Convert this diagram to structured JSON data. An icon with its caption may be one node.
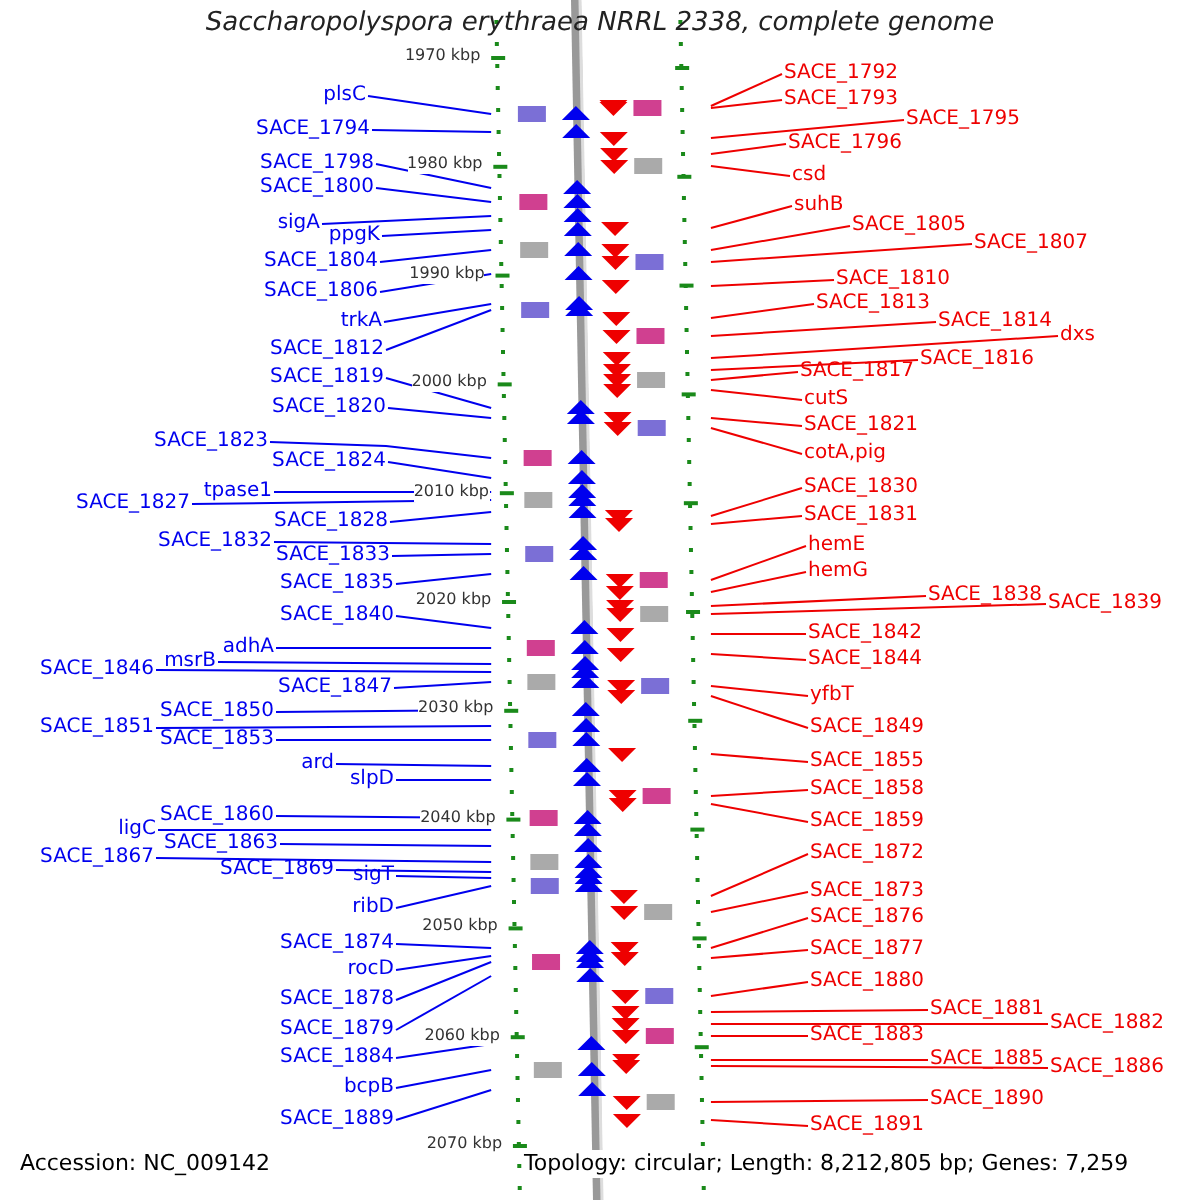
{
  "diagram": {
    "title": "Saccharopolyspora erythraea NRRL 2338, complete genome",
    "nodes": [
      {
        "text": [
          "plsC"
        ]
      },
      {
        "text": [
          "SACE_1794"
        ]
      },
      {
        "text": [
          "SACE_1798"
        ]
      },
      {
        "text": [
          "SACE_1800"
        ]
      },
      {
        "text": [
          "sigA"
        ]
      },
      {
        "text": [
          "ppgK"
        ]
      },
      {
        "text": [
          "SACE_1804"
        ]
      },
      {
        "text": [
          "SACE_1806"
        ]
      },
      {
        "text": [
          "trkA"
        ]
      },
      {
        "text": [
          "SACE_1812"
        ]
      },
      {
        "text": [
          "SACE_1819"
        ]
      },
      {
        "text": [
          "SACE_1820"
        ]
      },
      {
        "text": [
          "SACE_1823"
        ]
      },
      {
        "text": [
          "SACE_1824"
        ]
      },
      {
        "text": [
          "tpase1"
        ]
      },
      {
        "text": [
          "SACE_1827"
        ]
      },
      {
        "text": [
          "SACE_1828"
        ]
      },
      {
        "text": [
          "SACE_1832"
        ]
      },
      {
        "text": [
          "SACE_1833"
        ]
      },
      {
        "text": [
          "SACE_1835"
        ]
      },
      {
        "text": [
          "SACE_1840"
        ]
      },
      {
        "text": [
          "adhA"
        ]
      },
      {
        "text": [
          "SACE_1846"
        ]
      },
      {
        "text": [
          "msrB"
        ]
      },
      {
        "text": [
          "SACE_1847"
        ]
      },
      {
        "text": [
          "SACE_1850"
        ]
      },
      {
        "text": [
          "SACE_1851"
        ]
      },
      {
        "text": [
          "SACE_1853"
        ]
      },
      {
        "text": [
          "ard"
        ]
      },
      {
        "text": [
          "slpD"
        ]
      },
      {
        "text": [
          "SACE_1860"
        ]
      },
      {
        "text": [
          "ligC"
        ]
      },
      {
        "text": [
          "SACE_1863"
        ]
      },
      {
        "text": [
          "SACE_1867"
        ]
      },
      {
        "text": [
          "SACE_1869"
        ]
      },
      {
        "text": [
          "sigT"
        ]
      },
      {
        "text": [
          "ribD"
        ]
      },
      {
        "text": [
          "SACE_1874"
        ]
      },
      {
        "text": [
          "rocD"
        ]
      },
      {
        "text": [
          "SACE_1878"
        ]
      },
      {
        "text": [
          "SACE_1879"
        ]
      },
      {
        "text": [
          "SACE_1884"
        ]
      },
      {
        "text": [
          "bcpB"
        ]
      },
      {
        "text": [
          "SACE_1889"
        ]
      },
      {
        "text": [
          "SACE_1792"
        ]
      },
      {
        "text": [
          "SACE_1793"
        ]
      },
      {
        "text": [
          "SACE_1795"
        ]
      },
      {
        "text": [
          "SACE_1796"
        ]
      },
      {
        "text": [
          "csd"
        ]
      },
      {
        "text": [
          "suhB"
        ]
      },
      {
        "text": [
          "SACE_1805"
        ]
      },
      {
        "text": [
          "SACE_1807"
        ]
      },
      {
        "text": [
          "SACE_1810"
        ]
      },
      {
        "text": [
          "SACE_1813"
        ]
      },
      {
        "text": [
          "SACE_1814"
        ]
      },
      {
        "text": [
          "dxs"
        ]
      },
      {
        "text": [
          "SACE_1816"
        ]
      },
      {
        "text": [
          "SACE_1817"
        ]
      },
      {
        "text": [
          "cutS"
        ]
      },
      {
        "text": [
          "SACE_1821"
        ]
      },
      {
        "text": [
          "cotA,pig"
        ]
      },
      {
        "text": [
          "SACE_1830"
        ]
      },
      {
        "text": [
          "SACE_1831"
        ]
      },
      {
        "text": [
          "hemE"
        ]
      },
      {
        "text": [
          "hemG"
        ]
      },
      {
        "text": [
          "SACE_1838"
        ]
      },
      {
        "text": [
          "SACE_1839"
        ]
      },
      {
        "text": [
          "SACE_1842"
        ]
      },
      {
        "text": [
          "SACE_1844"
        ]
      },
      {
        "text": [
          "yfbT"
        ]
      },
      {
        "text": [
          "SACE_1849"
        ]
      },
      {
        "text": [
          "SACE_1855"
        ]
      },
      {
        "text": [
          "SACE_1858"
        ]
      },
      {
        "text": [
          "SACE_1859"
        ]
      },
      {
        "text": [
          "SACE_1872"
        ]
      },
      {
        "text": [
          "SACE_1873"
        ]
      },
      {
        "text": [
          "SACE_1876"
        ]
      },
      {
        "text": [
          "SACE_1877"
        ]
      },
      {
        "text": [
          "SACE_1880"
        ]
      },
      {
        "text": [
          "SACE_1881"
        ]
      },
      {
        "text": [
          "SACE_1882"
        ]
      },
      {
        "text": [
          "SACE_1883"
        ]
      },
      {
        "text": [
          "SACE_1885"
        ]
      },
      {
        "text": [
          "SACE_1886"
        ]
      },
      {
        "text": [
          "SACE_1890"
        ]
      },
      {
        "text": [
          "SACE_1891"
        ]
      },
      {
        "text": [],
        "shape": "picture"
      }
    ],
    "edges": [
      {
        "from": 0,
        "to": 86,
        "arrow": "none"
      },
      {
        "from": 1,
        "to": 86,
        "arrow": "none"
      },
      {
        "from": 2,
        "to": 86,
        "arrow": "none"
      },
      {
        "from": 3,
        "to": 86,
        "arrow": "none"
      },
      {
        "from": 4,
        "to": 86,
        "arrow": "none"
      },
      {
        "from": 5,
        "to": 86,
        "arrow": "none"
      },
      {
        "from": 6,
        "to": 86,
        "arrow": "none"
      },
      {
        "from": 7,
        "to": 86,
        "arrow": "none"
      },
      {
        "from": 8,
        "to": 86,
        "arrow": "none"
      },
      {
        "from": 9,
        "to": 86,
        "arrow": "none"
      },
      {
        "from": 10,
        "to": 86,
        "arrow": "none"
      },
      {
        "from": 11,
        "to": 86,
        "arrow": "none"
      },
      {
        "from": 12,
        "to": 86,
        "arrow": "none"
      },
      {
        "from": 13,
        "to": 86,
        "arrow": "none"
      },
      {
        "from": 14,
        "to": 86,
        "arrow": "none"
      },
      {
        "from": 15,
        "to": 86,
        "arrow": "none"
      },
      {
        "from": 16,
        "to": 86,
        "arrow": "none"
      },
      {
        "from": 17,
        "to": 86,
        "arrow": "none"
      },
      {
        "from": 18,
        "to": 86,
        "arrow": "none"
      },
      {
        "from": 19,
        "to": 86,
        "arrow": "none"
      },
      {
        "from": 20,
        "to": 86,
        "arrow": "none"
      },
      {
        "from": 21,
        "to": 86,
        "arrow": "none"
      },
      {
        "from": 22,
        "to": 86,
        "arrow": "none"
      },
      {
        "from": 23,
        "to": 86,
        "arrow": "none"
      },
      {
        "from": 24,
        "to": 86,
        "arrow": "none"
      },
      {
        "from": 25,
        "to": 86,
        "arrow": "none"
      },
      {
        "from": 26,
        "to": 86,
        "arrow": "none"
      },
      {
        "from": 27,
        "to": 86,
        "arrow": "none"
      },
      {
        "from": 28,
        "to": 86,
        "arrow": "none"
      },
      {
        "from": 29,
        "to": 86,
        "arrow": "none"
      },
      {
        "from": 30,
        "to": 86,
        "arrow": "none"
      },
      {
        "from": 31,
        "to": 86,
        "arrow": "none"
      },
      {
        "from": 32,
        "to": 86,
        "arrow": "none"
      },
      {
        "from": 33,
        "to": 86,
        "arrow": "none"
      },
      {
        "from": 34,
        "to": 86,
        "arrow": "none"
      },
      {
        "from": 35,
        "to": 86,
        "arrow": "none"
      },
      {
        "from": 36,
        "to": 86,
        "arrow": "none"
      },
      {
        "from": 37,
        "to": 86,
        "arrow": "none"
      },
      {
        "from": 38,
        "to": 86,
        "arrow": "none"
      },
      {
        "from": 39,
        "to": 86,
        "arrow": "none"
      },
      {
        "from": 40,
        "to": 86,
        "arrow": "none"
      },
      {
        "from": 41,
        "to": 86,
        "arrow": "none"
      },
      {
        "from": 42,
        "to": 86,
        "arrow": "none"
      },
      {
        "from": 43,
        "to": 86,
        "arrow": "none"
      },
      {
        "from": 44,
        "to": 86,
        "arrow": "none",
        "color": "#ee0000"
      },
      {
        "from": 45,
        "to": 86,
        "arrow": "none",
        "color": "#ee0000"
      },
      {
        "from": 46,
        "to": 86,
        "arrow": "none",
        "color": "#ee0000"
      },
      {
        "from": 47,
        "to": 86,
        "arrow": "none",
        "color": "#ee0000"
      },
      {
        "from": 48,
        "to": 86,
        "arrow": "none",
        "color": "#ee0000"
      },
      {
        "from": 49,
        "to": 86,
        "arrow": "none",
        "color": "#ee0000"
      },
      {
        "from": 50,
        "to": 86,
        "arrow": "none",
        "color": "#ee0000"
      },
      {
        "from": 51,
        "to": 86,
        "arrow": "none",
        "color": "#ee0000"
      },
      {
        "from": 52,
        "to": 86,
        "arrow": "none",
        "color": "#ee0000"
      },
      {
        "from": 53,
        "to": 86,
        "arrow": "none",
        "color": "#ee0000"
      },
      {
        "from": 54,
        "to": 86,
        "arrow": "none",
        "color": "#ee0000"
      },
      {
        "from": 55,
        "to": 86,
        "arrow": "none",
        "color": "#ee0000"
      },
      {
        "from": 56,
        "to": 86,
        "arrow": "none",
        "color": "#ee0000"
      },
      {
        "from": 57,
        "to": 86,
        "arrow": "none",
        "color": "#ee0000"
      },
      {
        "from": 58,
        "to": 86,
        "arrow": "none",
        "color": "#ee0000"
      },
      {
        "from": 59,
        "to": 86,
        "arrow": "none",
        "color": "#ee0000"
      },
      {
        "from": 60,
        "to": 86,
        "arrow": "none",
        "color": "#ee0000"
      },
      {
        "from": 61,
        "to": 86,
        "arrow": "none",
        "color": "#ee0000"
      },
      {
        "from": 62,
        "to": 86,
        "arrow": "none",
        "color": "#ee0000"
      },
      {
        "from": 63,
        "to": 86,
        "arrow": "none",
        "color": "#ee0000"
      },
      {
        "from": 64,
        "to": 86,
        "arrow": "none",
        "color": "#ee0000"
      },
      {
        "from": 65,
        "to": 86,
        "arrow": "none",
        "color": "#ee0000"
      },
      {
        "from": 66,
        "to": 86,
        "arrow": "none",
        "color": "#ee0000"
      },
      {
        "from": 67,
        "to": 86,
        "arrow": "none",
        "color": "#ee0000"
      },
      {
        "from": 68,
        "to": 86,
        "arrow": "none",
        "color": "#ee0000"
      },
      {
        "from": 69,
        "to": 86,
        "arrow": "none",
        "color": "#ee0000"
      },
      {
        "from": 70,
        "to": 86,
        "arrow": "none",
        "color": "#ee0000"
      },
      {
        "from": 71,
        "to": 86,
        "arrow": "none",
        "color": "#ee0000"
      },
      {
        "from": 72,
        "to": 86,
        "arrow": "none",
        "color": "#ee0000"
      },
      {
        "from": 73,
        "to": 86,
        "arrow": "none",
        "color": "#ee0000"
      },
      {
        "from": 74,
        "to": 86,
        "arrow": "none",
        "color": "#ee0000"
      },
      {
        "from": 75,
        "to": 86,
        "arrow": "none",
        "color": "#ee0000"
      },
      {
        "from": 76,
        "to": 86,
        "arrow": "none",
        "color": "#ee0000"
      },
      {
        "from": 77,
        "to": 86,
        "arrow": "none",
        "color": "#ee0000"
      },
      {
        "from": 78,
        "to": 86,
        "arrow": "none",
        "color": "#ee0000"
      },
      {
        "from": 79,
        "to": 86,
        "arrow": "none",
        "color": "#ee0000"
      },
      {
        "from": 80,
        "to": 86,
        "arrow": "none",
        "color": "#ee0000"
      },
      {
        "from": 81,
        "to": 86,
        "arrow": "none",
        "color": "#ee0000"
      },
      {
        "from": 82,
        "to": 86,
        "arrow": "none",
        "color": "#ee0000"
      },
      {
        "from": 83,
        "to": 86,
        "arrow": "none",
        "color": "#ee0000"
      },
      {
        "from": 84,
        "to": 86,
        "arrow": "none",
        "color": "#ee0000"
      },
      {
        "from": 85,
        "to": 86,
        "arrow": "none",
        "color": "#ee0000"
      }
    ],
    "labels": [
      "1970 kbp",
      "1980 kbp",
      "1990 kbp",
      "2000 kbp",
      "2010 kbp",
      "2020 kbp",
      "2030 kbp",
      "2040 kbp",
      "2050 kbp",
      "2060 kbp",
      "2070 kbp",
      "Accession: NC_009142",
      "Topology: circular; Length: 8,212,805 bp; Genes: 7,259"
    ]
  }
}
